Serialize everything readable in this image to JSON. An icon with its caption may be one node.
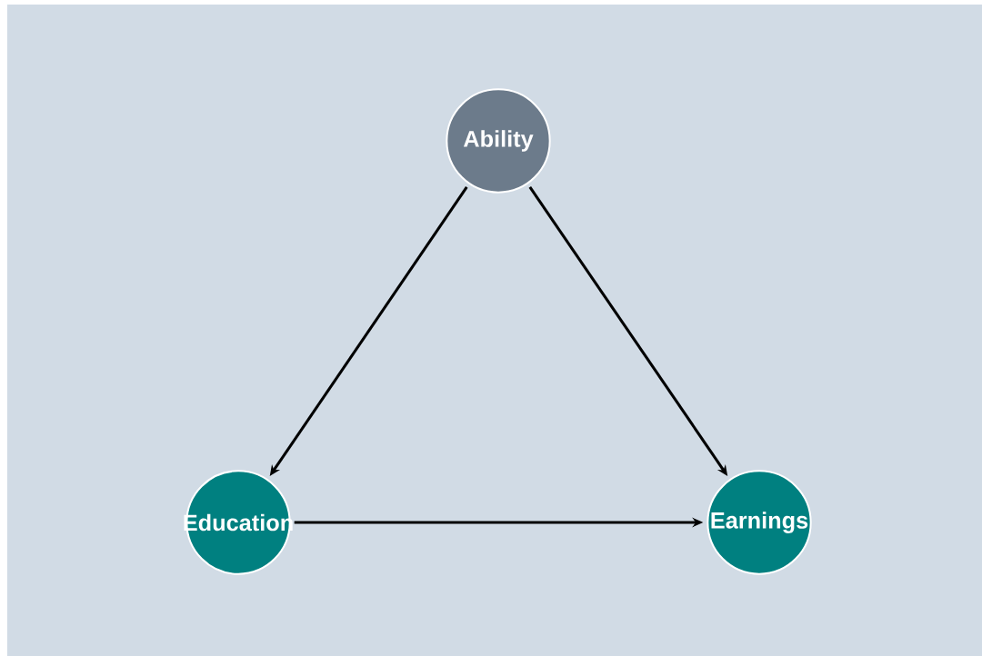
{
  "diagram": {
    "nodes": [
      {
        "text": [
          "Ability"
        ]
      },
      {
        "text": [
          "Education"
        ]
      },
      {
        "text": [
          "Earnings"
        ]
      }
    ],
    "edges": [
      {
        "from": 0,
        "to": 1,
        "arrow": "to"
      },
      {
        "from": 0,
        "to": 2,
        "arrow": "to"
      },
      {
        "from": 1,
        "to": 2,
        "arrow": "to"
      }
    ]
  }
}
